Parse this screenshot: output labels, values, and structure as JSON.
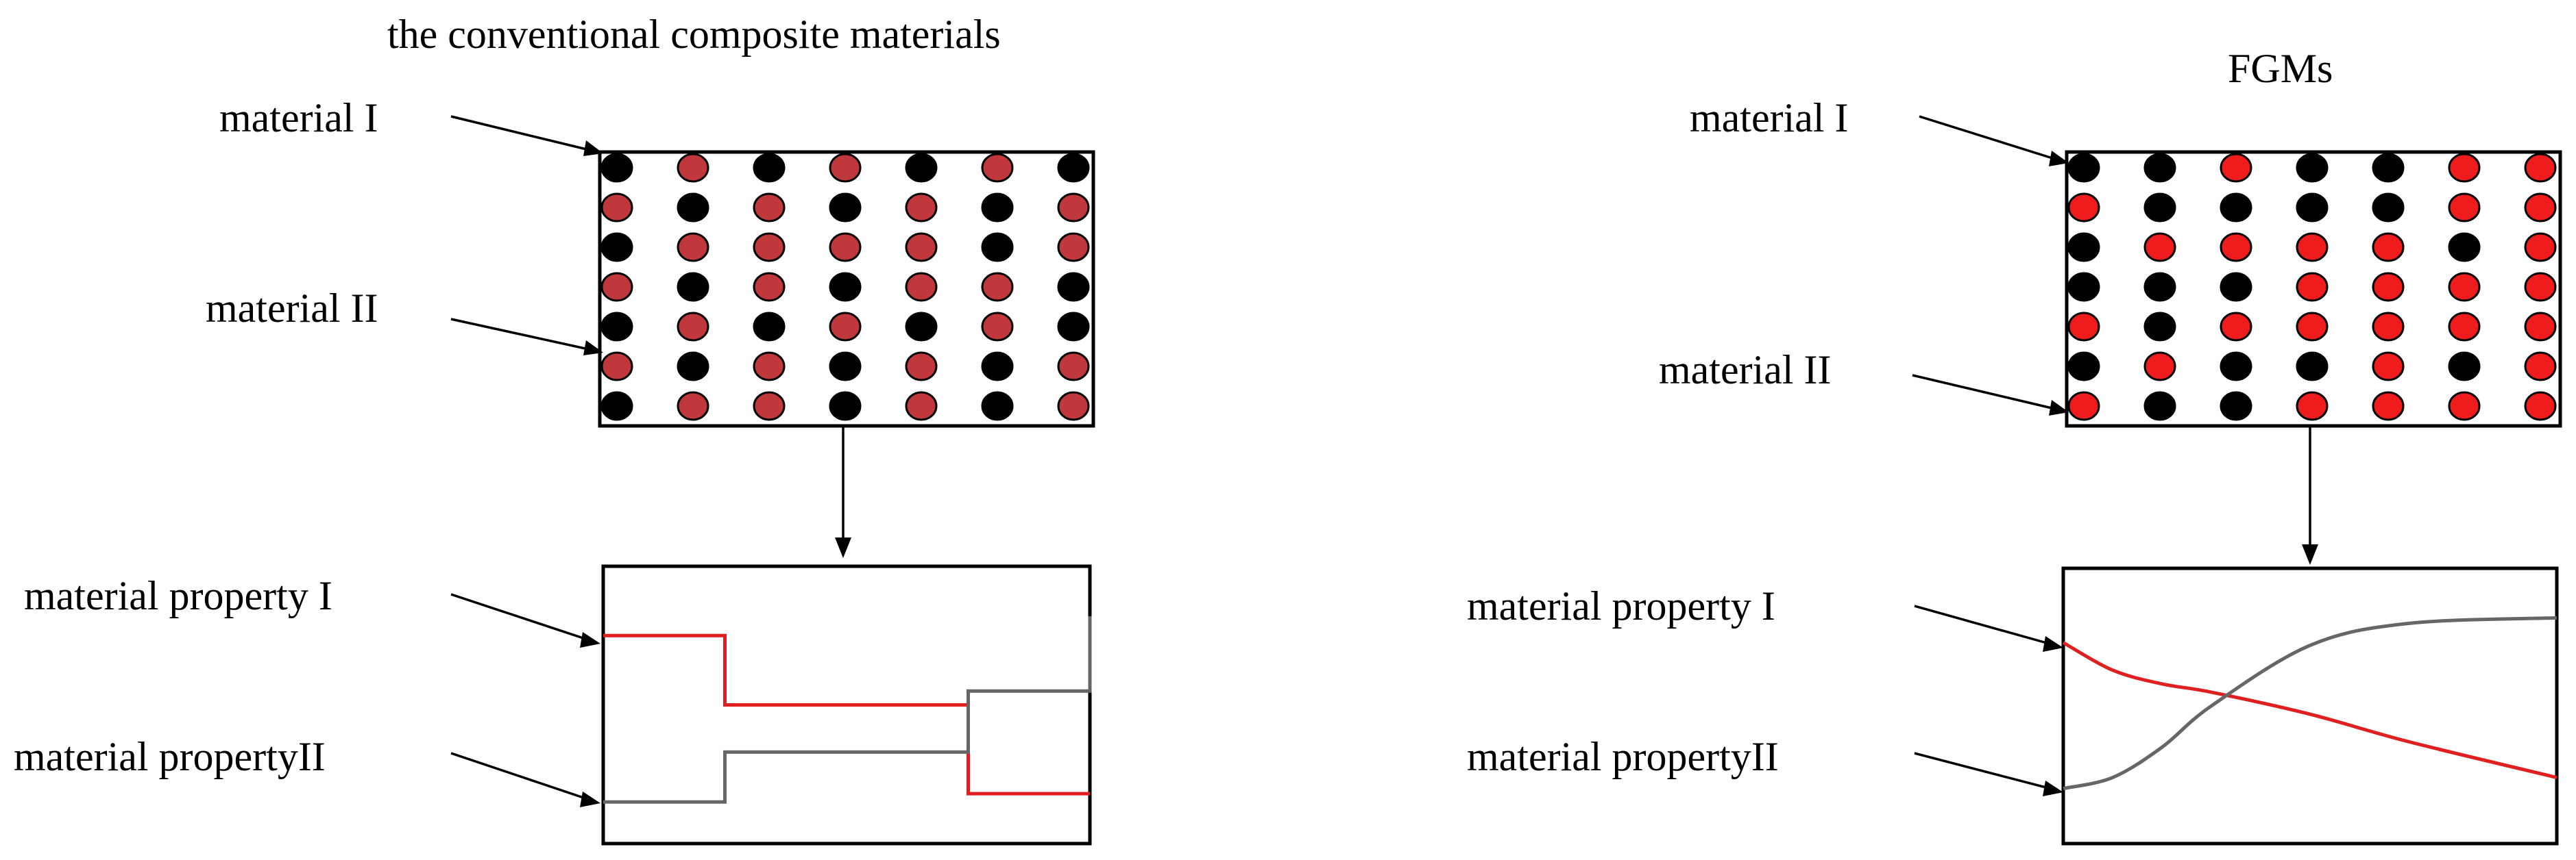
{
  "panels": [
    {
      "id": "conventional",
      "title": "the conventional composite materials",
      "labels": {
        "material_1": "material I",
        "material_2": "material II",
        "property_1": "material property I",
        "property_2": "material propertyII"
      },
      "colors": {
        "material_1": "#000000",
        "material_2": "#c0383b",
        "property_1_curve": "#e02020",
        "property_2_curve": "#666666"
      },
      "grid": [
        "1212121",
        "2121212",
        "1222212",
        "2121221",
        "1212121",
        "2121212",
        "1221212"
      ],
      "chart_data": {
        "type": "line",
        "x": [
          0,
          1,
          2,
          3,
          4
        ],
        "xlim": [
          0,
          4
        ],
        "ylim": [
          0,
          1
        ],
        "series": [
          {
            "name": "material property I",
            "shape": "step",
            "values": [
              0.75,
              0.75,
              0.5,
              0.5,
              0.18,
              0.18
            ]
          },
          {
            "name": "material propertyII",
            "shape": "step",
            "values": [
              0.15,
              0.15,
              0.33,
              0.33,
              0.55,
              0.82
            ]
          }
        ]
      }
    },
    {
      "id": "fgm",
      "title": "FGMs",
      "labels": {
        "material_1": "material I",
        "material_2": "material II",
        "property_1": "material property I",
        "property_2": "material propertyII"
      },
      "colors": {
        "material_1": "#000000",
        "material_2": "#ee1c1c",
        "property_1_curve": "#e02020",
        "property_2_curve": "#666666"
      },
      "grid": [
        "1121122",
        "2111122",
        "1222212",
        "1112222",
        "2122222",
        "1211212",
        "2112222"
      ],
      "chart_data": {
        "type": "line",
        "x": [
          0,
          0.1,
          0.2,
          0.3,
          0.5,
          0.7,
          1.0
        ],
        "xlim": [
          0,
          1
        ],
        "ylim": [
          0,
          1
        ],
        "series": [
          {
            "name": "material property I",
            "shape": "smooth",
            "values": [
              0.73,
              0.63,
              0.58,
              0.55,
              0.47,
              0.37,
              0.24
            ]
          },
          {
            "name": "material propertyII",
            "shape": "smooth",
            "values": [
              0.2,
              0.24,
              0.35,
              0.5,
              0.72,
              0.8,
              0.82
            ]
          }
        ]
      }
    }
  ]
}
